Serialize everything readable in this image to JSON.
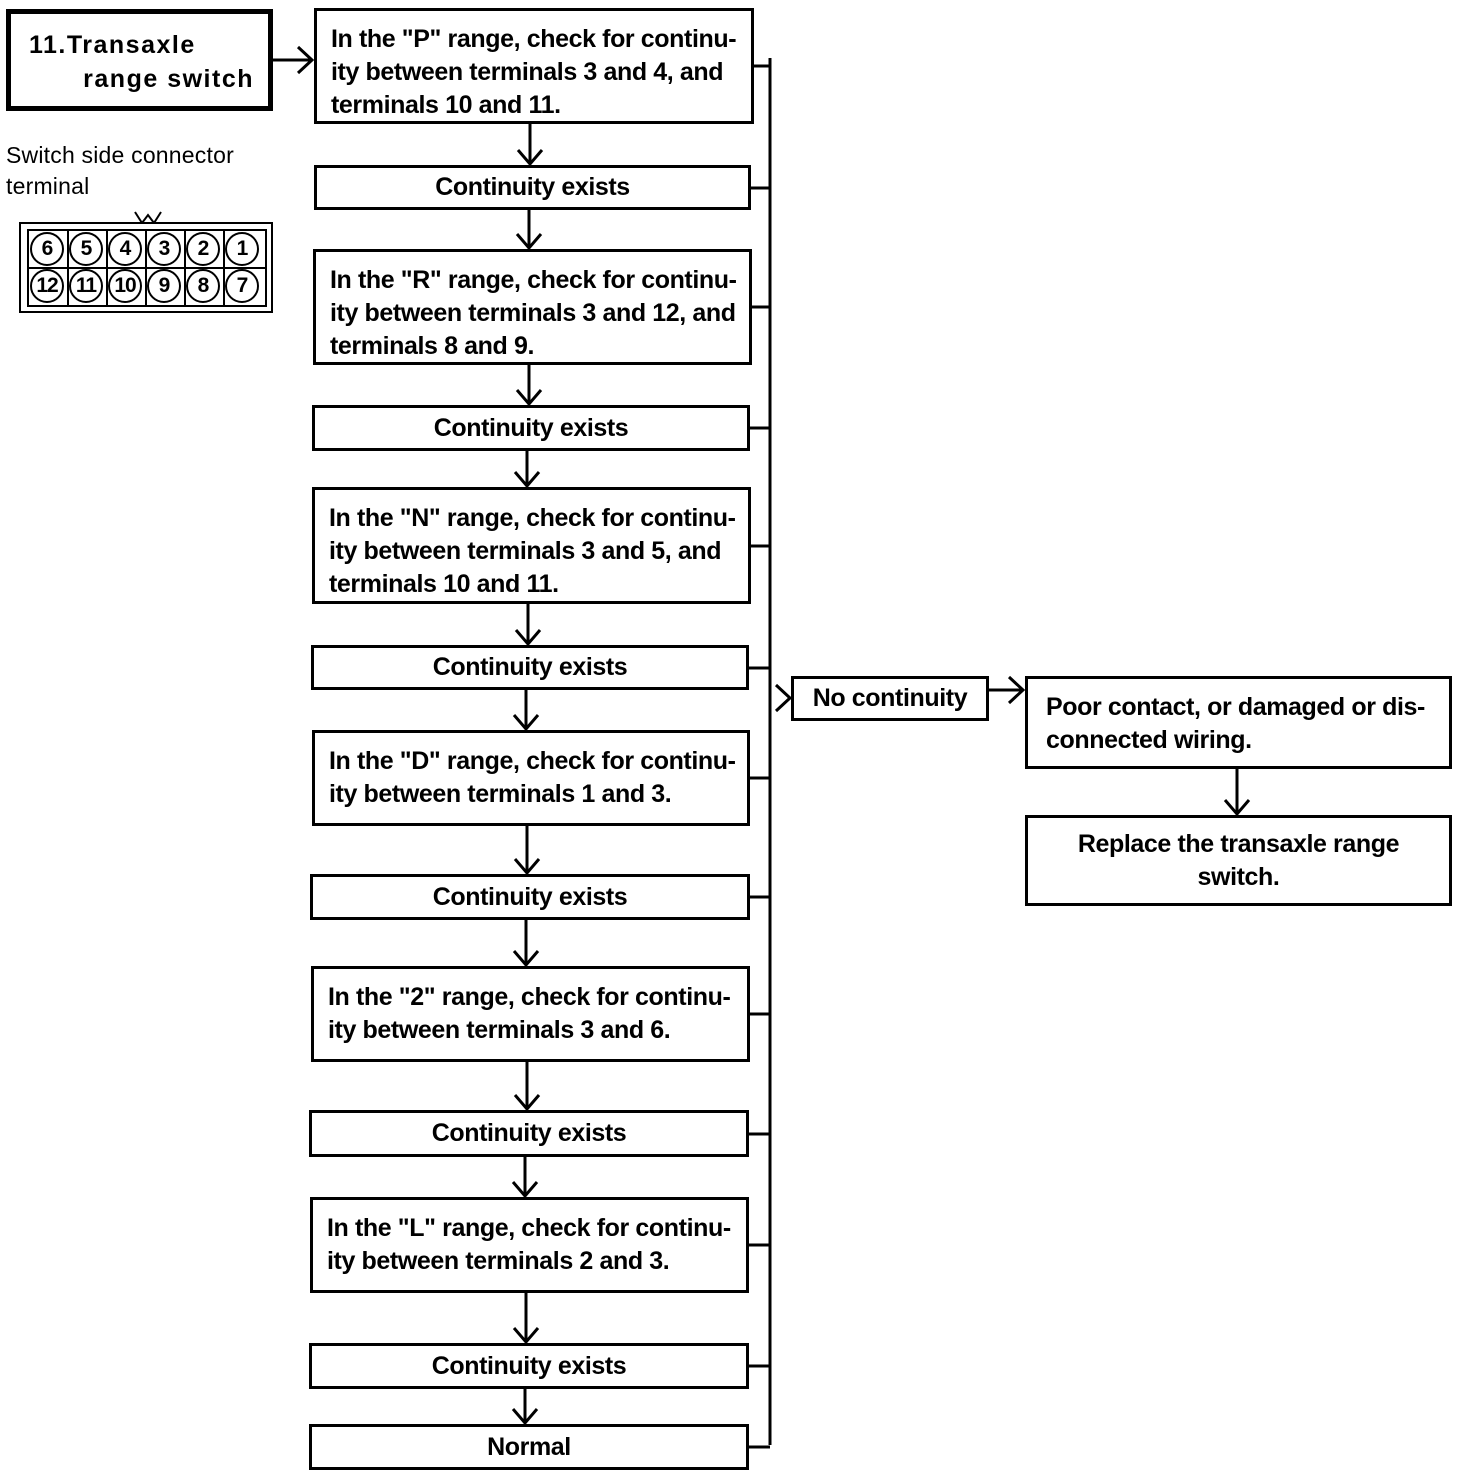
{
  "title": {
    "line1": "11.Transaxle",
    "line2": "range switch"
  },
  "connector": {
    "caption_line1": "Switch side connector",
    "caption_line2": "terminal",
    "top_row": [
      "6",
      "5",
      "4",
      "3",
      "2",
      "1"
    ],
    "bottom_row": [
      "12",
      "11",
      "10",
      "9",
      "8",
      "7"
    ]
  },
  "steps": [
    {
      "check": "In the \"P\" range, check for continu-\nity between terminals 3 and 4, and\nterminals 10 and 11.",
      "result": "Continuity exists"
    },
    {
      "check": "In the \"R\" range, check for continu-\nity between terminals 3 and 12, and\nterminals 8 and 9.",
      "result": "Continuity exists"
    },
    {
      "check": "In the \"N\" range, check for continu-\nity between terminals 3 and 5, and\nterminals 10 and 11.",
      "result": "Continuity exists"
    },
    {
      "check": "In the \"D\" range, check for continu-\nity between terminals 1 and 3.",
      "result": "Continuity exists"
    },
    {
      "check": "In the \"2\" range, check for continu-\nity between terminals 3 and 6.",
      "result": "Continuity exists"
    },
    {
      "check": "In the \"L\" range, check for continu-\nity between terminals 2 and 3.",
      "result": "Continuity exists"
    }
  ],
  "normal": "Normal",
  "no_continuity": "No continuity",
  "cause": "Poor contact, or damaged or dis-\nconnected wiring.",
  "remedy": "Replace the transaxle range\nswitch."
}
